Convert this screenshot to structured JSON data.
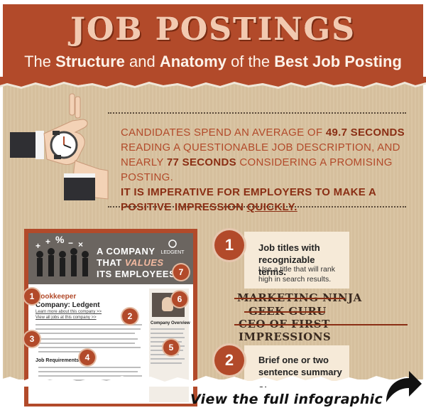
{
  "header": {
    "title": "JOB POSTINGS",
    "subtitle_pre": "The ",
    "subtitle_b1": "Structure",
    "subtitle_mid": " and ",
    "subtitle_b2": "Anatomy",
    "subtitle_post": " of the ",
    "subtitle_b3": "Best Job Posting"
  },
  "stat": {
    "p1": "Candidates spend an average of ",
    "v1": "49.7 seconds",
    "p2": " reading a questionable job description, and nearly ",
    "v2": "77 seconds",
    "p3": " considering a promising posting.",
    "emph1": "It is imperative for employers to make a",
    "emph2": "positive impression ",
    "emph3": "quickly."
  },
  "posting": {
    "hero_line1": "A COMPANY",
    "hero_line2a": "THAT ",
    "hero_line2b": "VALUES",
    "hero_line3": "ITS EMPLOYEES",
    "logo": "LEDGENT",
    "job_title": "Bookkeeper",
    "company": "Company: Ledgent",
    "link1": "Learn more about this company >>",
    "link2": "View all jobs at this company >>",
    "requirements": "Job Requirements",
    "overview": "Company Overview",
    "markers": [
      "1",
      "2",
      "3",
      "4",
      "5",
      "6",
      "7"
    ]
  },
  "tips": [
    {
      "number": "1",
      "title": "Job titles with recognizable terms.",
      "description": "Use a title that will rank high in search results."
    },
    {
      "number": "2",
      "title": "Brief one or two sentence summary of"
    }
  ],
  "slogans": [
    "MARKETING NINJA",
    "GEEK GURU",
    "CEO OF FIRST IMPRESSIONS"
  ],
  "footer": {
    "cta": "View the full infographic"
  },
  "colors": {
    "brand": "#b24a2a",
    "beige": "#d9c3a0",
    "card": "#f6ead8"
  }
}
